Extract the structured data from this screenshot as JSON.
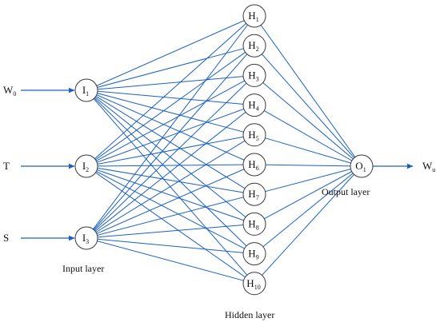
{
  "network": {
    "inputs": [
      {
        "id": "W0",
        "base": "W",
        "sub": "0",
        "node_base": "I",
        "node_sub": "1"
      },
      {
        "id": "T",
        "base": "T",
        "sub": "",
        "node_base": "I",
        "node_sub": "2"
      },
      {
        "id": "S",
        "base": "S",
        "sub": "",
        "node_base": "I",
        "node_sub": "3"
      }
    ],
    "hidden": [
      {
        "base": "H",
        "sub": "1"
      },
      {
        "base": "H",
        "sub": "2"
      },
      {
        "base": "H",
        "sub": "3"
      },
      {
        "base": "H",
        "sub": "4"
      },
      {
        "base": "H",
        "sub": "5"
      },
      {
        "base": "H",
        "sub": "6"
      },
      {
        "base": "H",
        "sub": "7"
      },
      {
        "base": "H",
        "sub": "8"
      },
      {
        "base": "H",
        "sub": "9"
      },
      {
        "base": "H",
        "sub": "10"
      }
    ],
    "output": {
      "node_base": "O",
      "node_sub": "1",
      "label_base": "W",
      "label_sub": "u"
    }
  },
  "labels": {
    "input_layer": "Input layer",
    "hidden_layer": "Hidden layer",
    "output_layer": "Output layer"
  },
  "colors": {
    "edge": "#1a5fc8",
    "node_stroke": "#3a3a3a"
  }
}
